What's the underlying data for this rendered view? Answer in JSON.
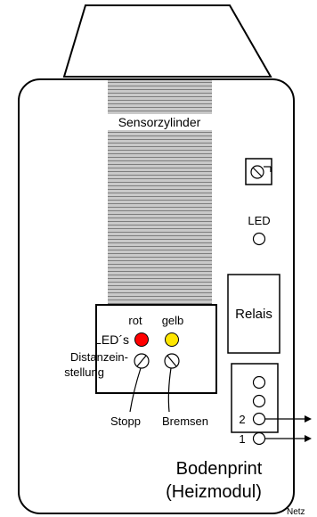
{
  "labels": {
    "sensor": "Sensorzylinder",
    "led_small": "LED",
    "relais": "Relais",
    "rot": "rot",
    "gelb": "gelb",
    "leds": "LED´s",
    "distance_line1": "Distanzein-",
    "distance_line2": "stellung",
    "stopp": "Stopp",
    "bremsen": "Bremsen",
    "terminal_2": "2",
    "terminal_1": "1",
    "title_line1": "Bodenprint",
    "title_line2": "(Heizmodul)",
    "netz": "Netz"
  },
  "colors": {
    "led_red": "#ff0000",
    "led_yellow": "#ffe600",
    "sensor_fill": "#c8c8c8",
    "sensor_line": "#8a8a8a"
  }
}
